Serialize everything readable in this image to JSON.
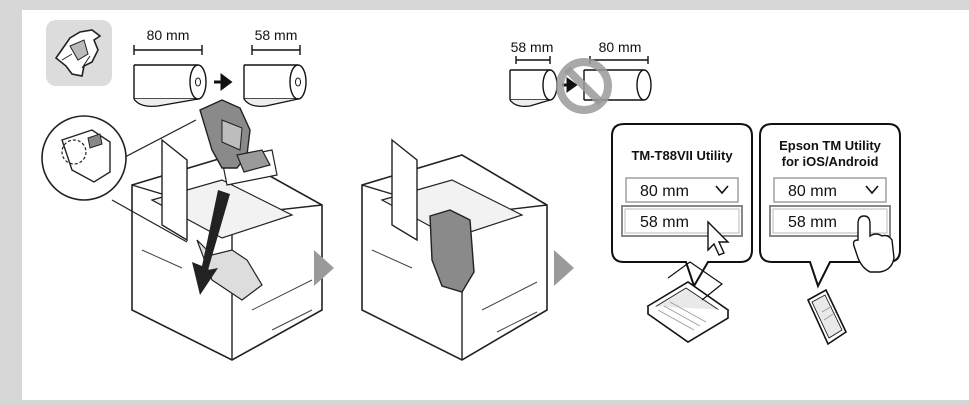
{
  "conversion_allowed": {
    "from_width": "80 mm",
    "to_width": "58 mm"
  },
  "conversion_not_allowed": {
    "from_width": "58 mm",
    "to_width": "80 mm"
  },
  "pc_utility": {
    "title": "TM-T88VII Utility",
    "dropdown_value": "80 mm",
    "selected_option": "58 mm"
  },
  "mobile_utility": {
    "title_line1": "Epson TM Utility",
    "title_line2": "for iOS/Android",
    "dropdown_value": "80 mm",
    "selected_option": "58 mm"
  },
  "colors": {
    "frame_background": "#d7d7d7",
    "panel_background": "#ffffff",
    "arrow": "#9a9a9a",
    "prohibited_mark": "#9a9a9a"
  },
  "icons": [
    "roll-guide-part-icon",
    "paper-roll-icon",
    "arrow-right-icon",
    "prohibited-icon",
    "printer-icon",
    "laptop-icon",
    "tablet-icon",
    "mouse-pointer-icon",
    "pointing-hand-icon",
    "chevron-down-icon",
    "step-arrow-icon"
  ]
}
